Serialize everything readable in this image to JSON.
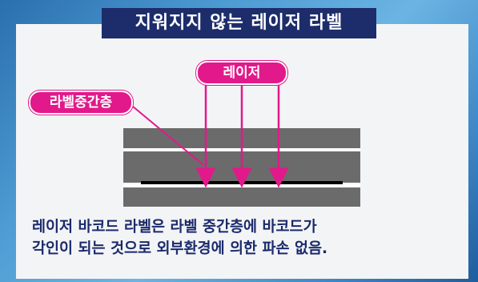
{
  "title": "지워지지 않는 레이저 라벨",
  "labels": {
    "laser": "레이저",
    "middle_layer": "라벨중간층"
  },
  "caption": "레이저 바코드 라벨은 라벨 중간층에 바코드가\n각인이 되는 것으로 외부환경에 의한 파손 없음.",
  "colors": {
    "title_bg": "#1d2d6b",
    "accent": "#e2198a",
    "layer": "#6b6b6b",
    "caption_text": "#1b2a6b"
  }
}
